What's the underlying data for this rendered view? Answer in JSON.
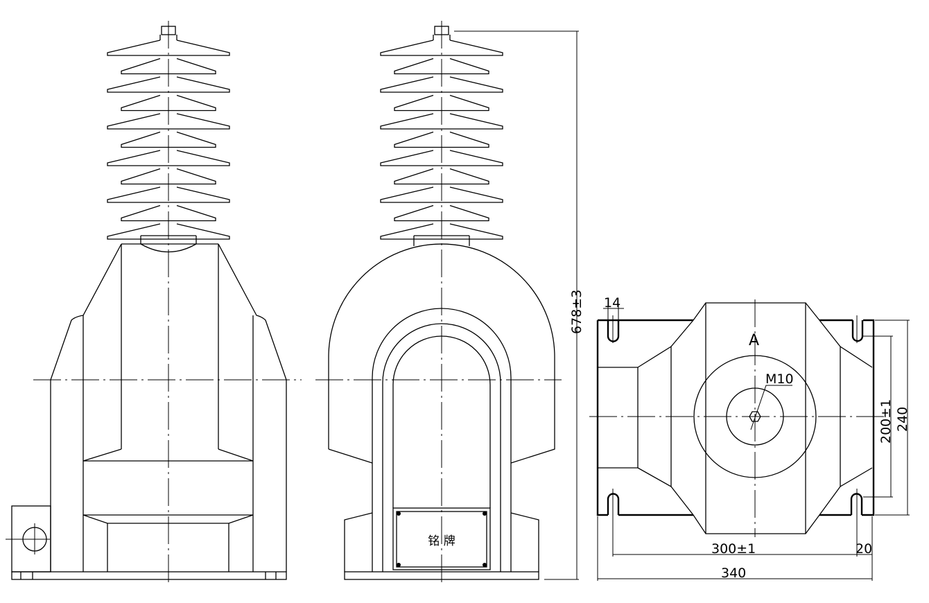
{
  "drawing": {
    "front_view": {
      "nameplate_label": "铭  牌"
    },
    "dimensions": {
      "overall_height": "678±3",
      "slot_width": "14",
      "view_label": "A",
      "thread": "M10",
      "mount_spacing_vertical": "200±1",
      "base_depth": "240",
      "mount_spacing_horizontal": "300±1",
      "edge_offset": "20",
      "base_width": "340"
    },
    "insulator_shed_count": 11
  }
}
